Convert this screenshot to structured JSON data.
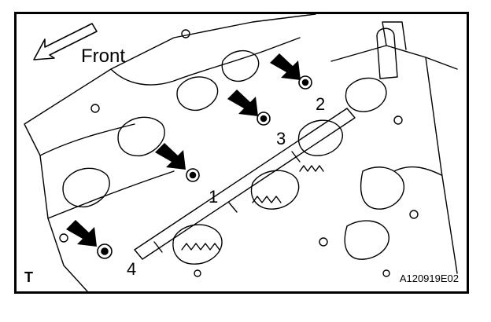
{
  "figure": {
    "direction_label": "Front",
    "corner_mark": "T",
    "figure_id": "A120919E02",
    "bolt_numbers": [
      "1",
      "2",
      "3",
      "4"
    ]
  },
  "colors": {
    "ink": "#000000",
    "paper": "#ffffff"
  },
  "icons": [
    "front-arrow-icon",
    "pointer-arrow-icon"
  ]
}
